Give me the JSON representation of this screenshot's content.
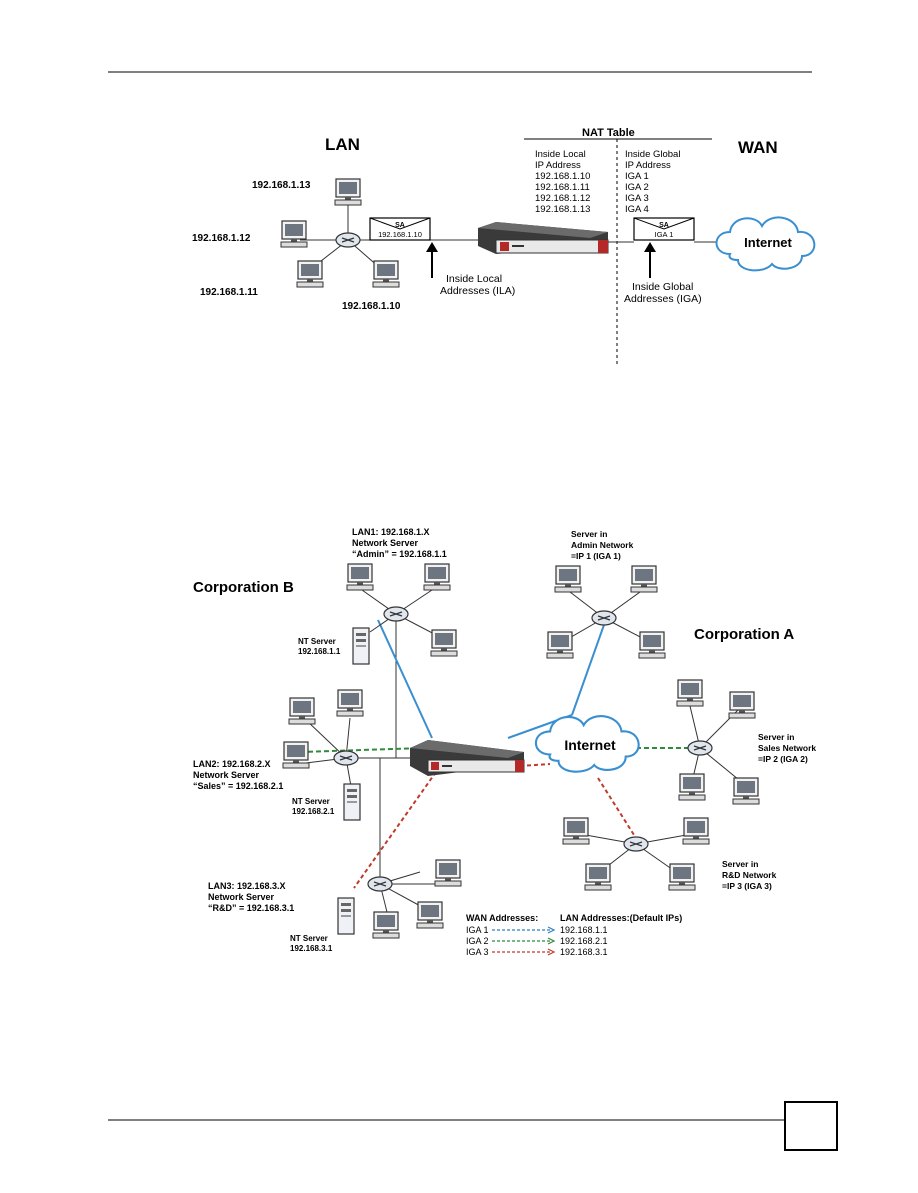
{
  "figure1": {
    "lan_label": "LAN",
    "wan_label": "WAN",
    "nat_table": {
      "title": "NAT Table",
      "left_col": [
        "Inside Local",
        "IP Address",
        "192.168.1.10",
        "192.168.1.11",
        "192.168.1.12",
        "192.168.1.13"
      ],
      "right_col": [
        "Inside Global",
        "IP Address",
        "IGA 1",
        "IGA 2",
        "IGA 3",
        "IGA 4"
      ]
    },
    "hosts": {
      "h13": "192.168.1.13",
      "h12": "192.168.1.12",
      "h11": "192.168.1.11",
      "h10": "192.168.1.10"
    },
    "packet_left": {
      "tag": "SA",
      "addr": "192.168.1.10"
    },
    "packet_right": {
      "tag": "SA",
      "addr": "IGA 1"
    },
    "internet": "Internet",
    "ila_label": [
      "Inside Local",
      "Addresses (ILA)"
    ],
    "iga_label": [
      "Inside Global",
      "Addresses (IGA)"
    ]
  },
  "figure2": {
    "corp_b": "Corporation B",
    "corp_a": "Corporation A",
    "internet": "Internet",
    "lan1": [
      "LAN1: 192.168.1.X",
      "Network Server",
      "“Admin” = 192.168.1.1"
    ],
    "lan2": [
      "LAN2: 192.168.2.X",
      "Network Server",
      "“Sales” = 192.168.2.1"
    ],
    "lan3": [
      "LAN3: 192.168.3.X",
      "Network Server",
      "“R&D” = 192.168.3.1"
    ],
    "nt1": [
      "NT Server",
      "192.168.1.1"
    ],
    "nt2": [
      "NT Server",
      "192.168.2.1"
    ],
    "nt3": [
      "NT Server",
      "192.168.3.1"
    ],
    "srv_admin": [
      "Server in",
      "Admin Network",
      "=IP 1 (IGA 1)"
    ],
    "srv_sales": [
      "Server in",
      "Sales Network",
      "=IP 2 (IGA 2)"
    ],
    "srv_rd": [
      "Server in",
      "R&D Network",
      "=IP 3 (IGA 3)"
    ],
    "legend": {
      "wan_header": "WAN Addresses:",
      "lan_header": "LAN Addresses:(Default IPs)",
      "rows": [
        {
          "wan": "IGA 1",
          "lan": "192.168.1.1",
          "color": "#2f7fc1"
        },
        {
          "wan": "IGA 2",
          "lan": "192.168.2.1",
          "color": "#2e8b3a"
        },
        {
          "wan": "IGA 3",
          "lan": "192.168.3.1",
          "color": "#c0392b"
        }
      ]
    }
  },
  "colors": {
    "blue_link": "#3a8fd0",
    "green_link": "#2e8b3a",
    "red_link": "#c0392b",
    "device": "#2b2b2b"
  }
}
